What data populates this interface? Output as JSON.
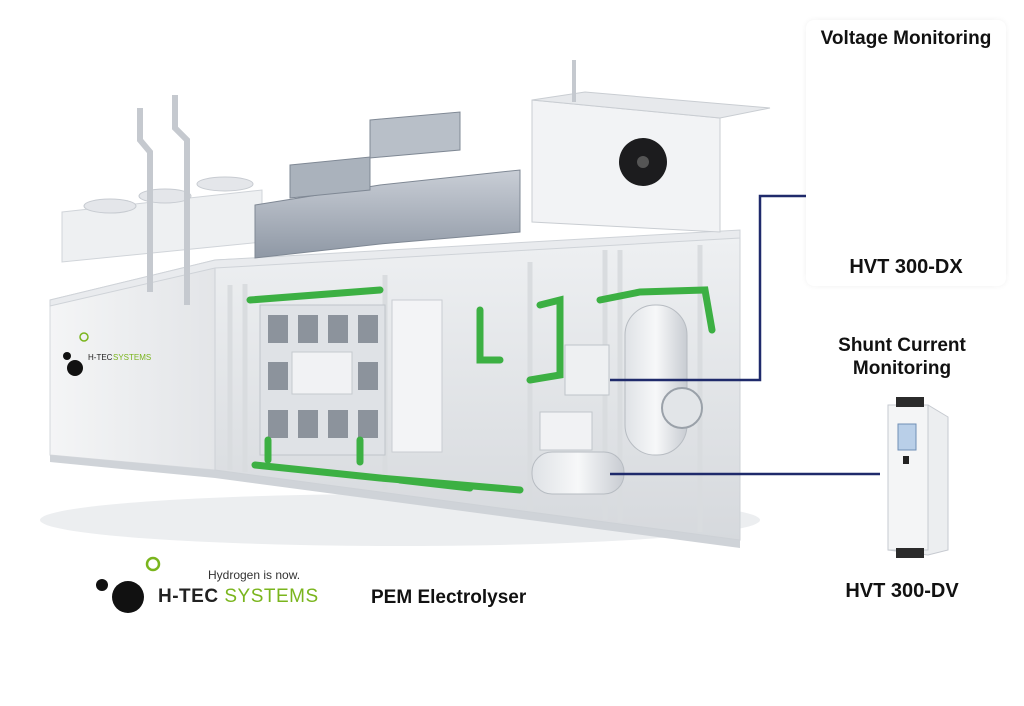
{
  "main": {
    "caption": "PEM Electrolyser",
    "logo": {
      "tagline": "Hydrogen is now.",
      "brand_primary": "H-TEC",
      "brand_secondary": "SYSTEMS",
      "brand_color": "#7ab51d"
    }
  },
  "devices": [
    {
      "title": "Voltage Monitoring",
      "model": "HVT 300-DX",
      "icon": "din-rail-module-icon"
    },
    {
      "title_lines": [
        "Shunt Current",
        "Monitoring"
      ],
      "model": "HVT 300-DV",
      "icon": "din-rail-module-icon"
    }
  ],
  "connector_color": "#1f2a6b",
  "pipe_color": "#3cb043"
}
